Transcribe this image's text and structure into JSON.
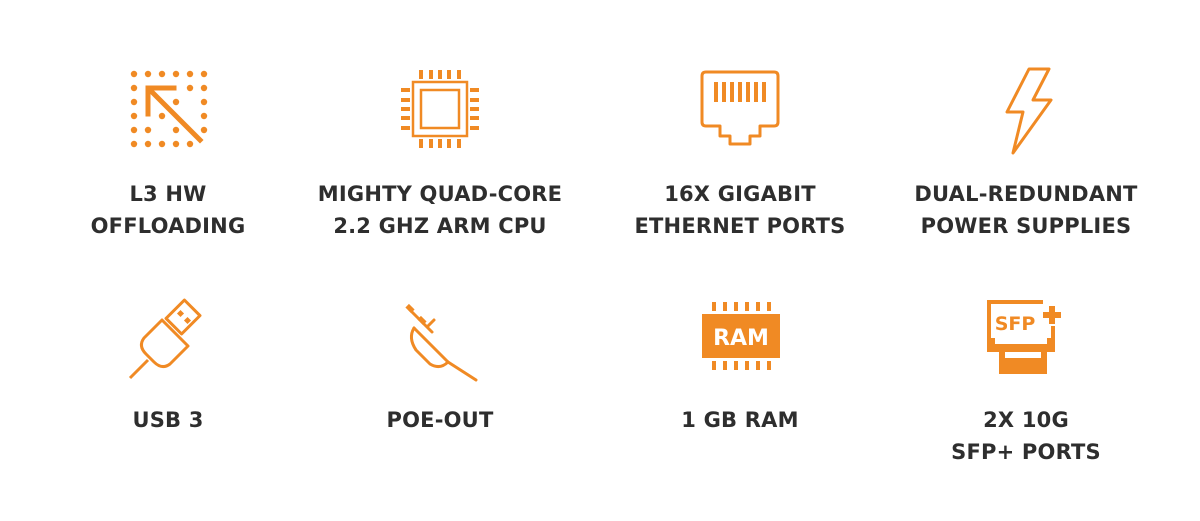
{
  "colors": {
    "accent": "#f08a24",
    "text": "#2e2e2e",
    "background": "#ffffff"
  },
  "features": [
    {
      "icon": "l3-offload-arrow-icon",
      "lines": [
        "L3 HW",
        "OFFLOADING"
      ]
    },
    {
      "icon": "cpu-chip-icon",
      "lines": [
        "MIGHTY QUAD-CORE",
        "2.2 GHZ ARM CPU"
      ]
    },
    {
      "icon": "ethernet-port-icon",
      "lines": [
        "16X GIGABIT",
        "ETHERNET PORTS"
      ]
    },
    {
      "icon": "lightning-bolt-icon",
      "lines": [
        "DUAL-REDUNDANT",
        "POWER SUPPLIES"
      ]
    },
    {
      "icon": "usb-plug-icon",
      "lines": [
        "USB 3",
        ""
      ]
    },
    {
      "icon": "poe-plug-icon",
      "lines": [
        "POE-OUT",
        ""
      ]
    },
    {
      "icon": "ram-chip-icon",
      "lines": [
        "1 GB RAM",
        ""
      ],
      "icon_text": "RAM"
    },
    {
      "icon": "sfp-module-icon",
      "lines": [
        "2X 10G",
        "SFP+ PORTS"
      ],
      "icon_text": "SFP"
    }
  ]
}
